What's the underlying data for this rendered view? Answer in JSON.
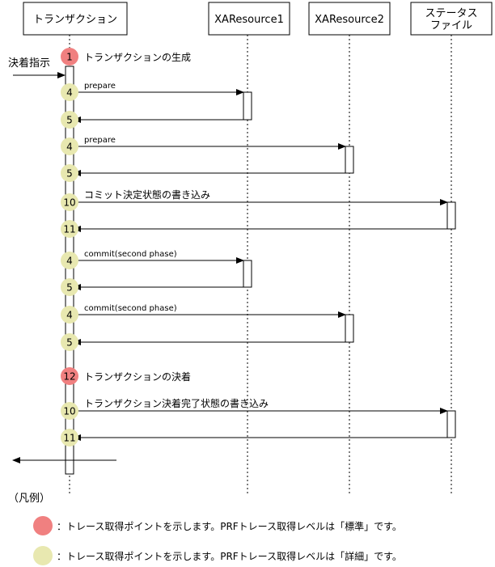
{
  "participants": [
    {
      "id": "tx",
      "lines": [
        "トランザクション"
      ]
    },
    {
      "id": "xa1",
      "lines": [
        "XAResource1"
      ]
    },
    {
      "id": "xa2",
      "lines": [
        "XAResource2"
      ]
    },
    {
      "id": "st",
      "lines": [
        "ステータス",
        "ファイル"
      ]
    }
  ],
  "external_label": "決着指示",
  "steps": [
    {
      "num": "1",
      "color": "red",
      "label": "トランザクションの生成"
    },
    {
      "num": "4",
      "color": "yellow",
      "label": "prepare",
      "to": "xa1"
    },
    {
      "num": "5",
      "color": "yellow",
      "label": "",
      "from": "xa1"
    },
    {
      "num": "4",
      "color": "yellow",
      "label": "prepare",
      "to": "xa2"
    },
    {
      "num": "5",
      "color": "yellow",
      "label": "",
      "from": "xa2"
    },
    {
      "num": "10",
      "color": "yellow",
      "label": "コミット決定状態の書き込み",
      "to": "st"
    },
    {
      "num": "11",
      "color": "yellow",
      "label": "",
      "from": "st"
    },
    {
      "num": "4",
      "color": "yellow",
      "label": "commit(second phase)",
      "to": "xa1"
    },
    {
      "num": "5",
      "color": "yellow",
      "label": "",
      "from": "xa1"
    },
    {
      "num": "4",
      "color": "yellow",
      "label": "commit(second phase)",
      "to": "xa2"
    },
    {
      "num": "5",
      "color": "yellow",
      "label": "",
      "from": "xa2"
    },
    {
      "num": "12",
      "color": "red",
      "label": "トランザクションの決着"
    },
    {
      "num": "10",
      "color": "yellow",
      "label": "トランザクション決着完了状態の書き込み",
      "to": "st"
    },
    {
      "num": "11",
      "color": "yellow",
      "label": "",
      "from": "st"
    }
  ],
  "legend": {
    "title": "（凡例）",
    "items": [
      {
        "color": "red",
        "text": "：トレース取得ポイントを示します。PRFトレース取得レベルは「標準」です。"
      },
      {
        "color": "yellow",
        "text": "：トレース取得ポイントを示します。PRFトレース取得レベルは「詳細」です。"
      }
    ]
  },
  "colors": {
    "red": "#f08080",
    "yellow": "#e8e8b0",
    "line": "#000000"
  }
}
